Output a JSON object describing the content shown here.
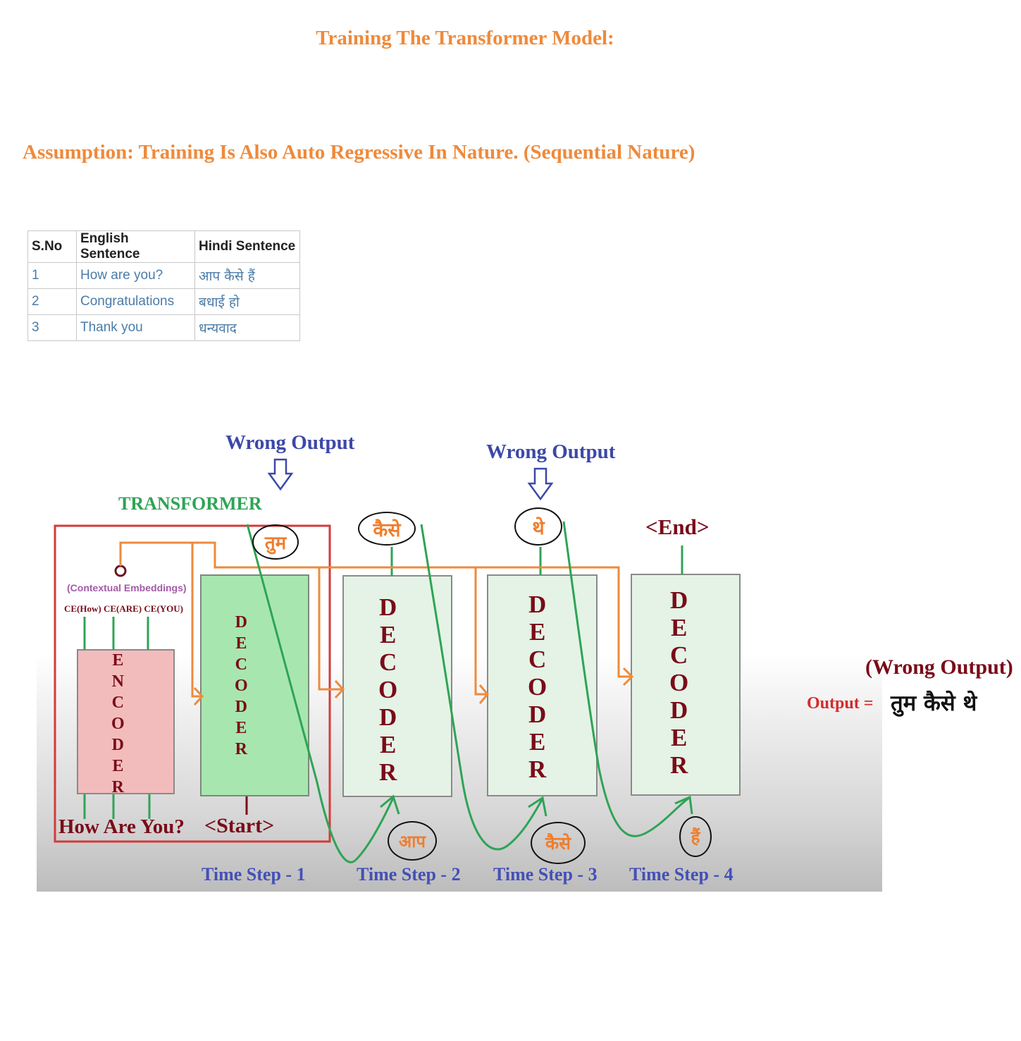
{
  "title": "Training The Transformer Model:",
  "assumption": "Assumption: Training Is Also Auto Regressive In Nature. (Sequential Nature)",
  "table": {
    "headers": [
      "S.No",
      "English Sentence",
      "Hindi Sentence"
    ],
    "rows": [
      [
        "1",
        "How are you?",
        "आप कैसे हैं"
      ],
      [
        "2",
        "Congratulations",
        "बधाई हो"
      ],
      [
        "3",
        "Thank you",
        "धन्यवाद"
      ]
    ]
  },
  "diagram": {
    "wrong_output_1": "Wrong Output",
    "wrong_output_2": "Wrong Output",
    "transformer_label": "TRANSFORMER",
    "contextual_embeddings": "(Contextual Embeddings)",
    "ce_labels": "CE(How) CE(ARE) CE(YOU)",
    "encoder_letters": [
      "E",
      "N",
      "C",
      "O",
      "D",
      "E",
      "R"
    ],
    "decoder_letters": [
      "D",
      "E",
      "C",
      "O",
      "D",
      "E",
      "R"
    ],
    "input_sentence": "How Are You?",
    "start_token": "<Start>",
    "end_token": "<End>",
    "predicted_tokens": [
      "तुम",
      "कैसे",
      "थे"
    ],
    "target_tokens": [
      "आप",
      "कैसे",
      "हैं"
    ],
    "time_steps": [
      "Time Step - 1",
      "Time Step - 2",
      "Time Step - 3",
      "Time Step - 4"
    ],
    "wrong_output_note": "(Wrong Output)",
    "output_label": "Output =",
    "output_value": "तुम कैसे थे"
  },
  "colors": {
    "orange": "#ee8a3c",
    "blue": "#3c48a8",
    "green": "#2ea455",
    "maroon": "#7a0b18",
    "red_box": "#d43a3a",
    "encoder_fill": "#f4b8b8",
    "decoder1_fill": "#a8e8b0",
    "decoder_fill": "#e6f4e8"
  }
}
